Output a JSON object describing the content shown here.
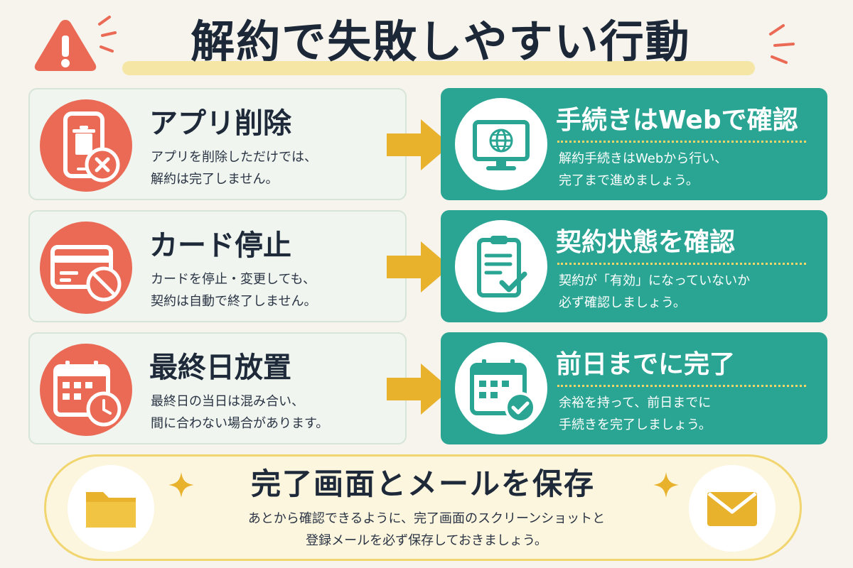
{
  "header": {
    "title": "解約で失敗しやすい行動",
    "icon": "warning-triangle-icon"
  },
  "colors": {
    "red": "#ea6a56",
    "teal": "#2aa593",
    "yellow": "#e8b22c",
    "navy": "#1e2a3a",
    "left_card_bg": "#f0f5ef",
    "banner_bg": "#fdf6df"
  },
  "rows": [
    {
      "mistake": {
        "icon": "phone-trash-icon",
        "title": "アプリ削除",
        "lines": [
          "アプリを削除しただけでは、",
          "解約は完了しません。"
        ]
      },
      "solution": {
        "icon": "monitor-globe-icon",
        "title": "手続きはWebで確認",
        "lines": [
          "解約手続きはWebから行い、",
          "完了まで進めましょう。"
        ]
      }
    },
    {
      "mistake": {
        "icon": "credit-card-blocked-icon",
        "title": "カード停止",
        "lines": [
          "カードを停止・変更しても、",
          "契約は自動で終了しません。"
        ]
      },
      "solution": {
        "icon": "clipboard-check-icon",
        "title": "契約状態を確認",
        "lines": [
          "契約が「有効」になっていないか",
          "必ず確認しましょう。"
        ]
      }
    },
    {
      "mistake": {
        "icon": "calendar-clock-icon",
        "title": "最終日放置",
        "lines": [
          "最終日の当日は混み合い、",
          "間に合わない場合があります。"
        ]
      },
      "solution": {
        "icon": "calendar-check-icon",
        "title": "前日までに完了",
        "lines": [
          "余裕を持って、前日までに",
          "手続きを完了しましょう。"
        ]
      }
    }
  ],
  "banner": {
    "title": "完了画面とメールを保存",
    "lines": [
      "あとから確認できるように、完了画面のスクリーンショットと",
      "登録メールを必ず保存しておきましょう。"
    ],
    "left_icon": "folder-icon",
    "right_icon": "envelope-icon"
  }
}
